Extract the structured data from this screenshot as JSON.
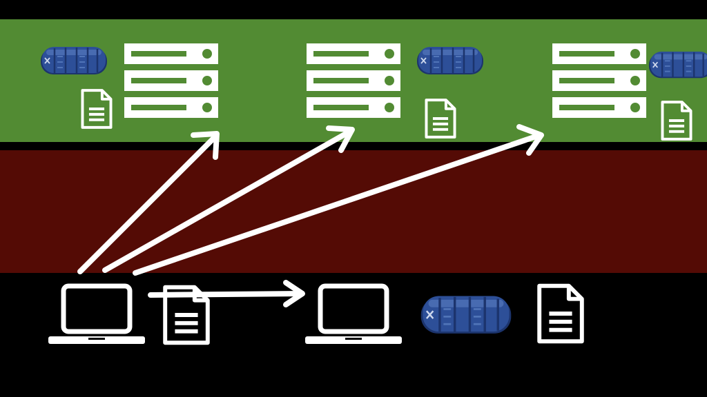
{
  "colors": {
    "background": "#000000",
    "cloud_band": "#528B33",
    "network_band": "#540B05",
    "icon": "#FFFFFF",
    "capsule_body": "#2D4F98",
    "capsule_dark": "#1C346D",
    "capsule_light": "#5F84C6"
  },
  "zones": [
    {
      "name": "cloud-zone"
    },
    {
      "name": "network-zone"
    },
    {
      "name": "local-zone"
    }
  ],
  "icons": {
    "server": "server-rack-icon",
    "document": "document-icon",
    "laptop": "laptop-icon",
    "capsule": "data-capsule-icon",
    "arrow": "arrow-icon"
  },
  "servers": [
    {
      "name": "server-rack-1"
    },
    {
      "name": "server-rack-2"
    },
    {
      "name": "server-rack-3"
    }
  ],
  "laptops": [
    {
      "name": "laptop-sender"
    },
    {
      "name": "laptop-receiver"
    }
  ],
  "arrows": [
    {
      "name": "arrow-to-server-1",
      "from": "laptop-sender",
      "to": "server-rack-1"
    },
    {
      "name": "arrow-to-server-2",
      "from": "laptop-sender",
      "to": "server-rack-2"
    },
    {
      "name": "arrow-to-server-3",
      "from": "laptop-sender",
      "to": "server-rack-3"
    },
    {
      "name": "arrow-to-laptop-receiver",
      "from": "document-local-1",
      "to": "laptop-receiver"
    }
  ]
}
